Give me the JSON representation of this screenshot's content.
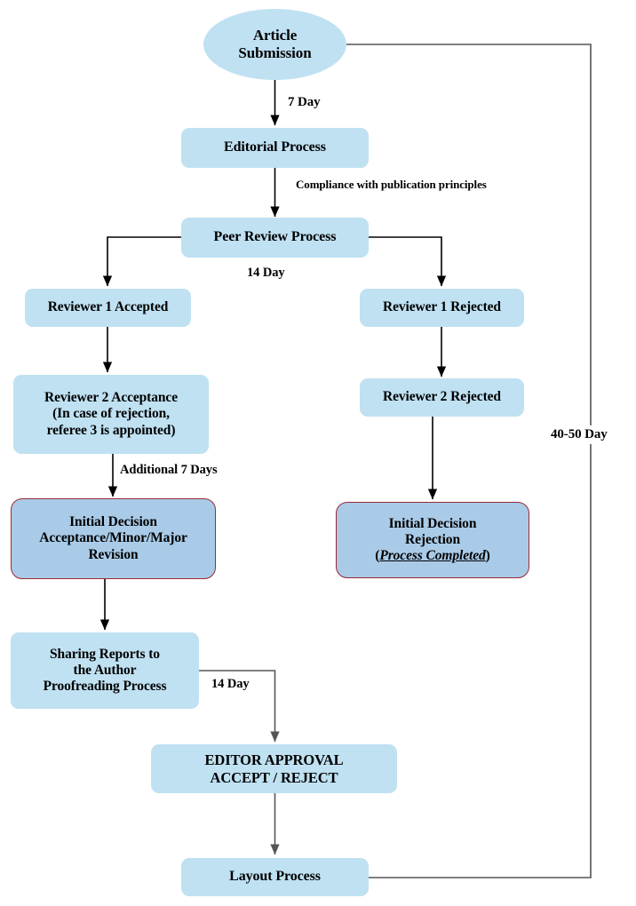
{
  "diagram": {
    "title": "Article Submission and Peer Review Workflow",
    "colors": {
      "node_fill": "#bfe1f2",
      "decision_fill": "#a9cbe8",
      "decision_border": "#9c2a35",
      "edge": "#000000",
      "edge_gray": "#555555",
      "text": "#000000",
      "background": "#ffffff"
    }
  },
  "nodes": {
    "article_submission": {
      "label": "Article\nSubmission",
      "shape": "ellipse"
    },
    "editorial_process": {
      "label": "Editorial Process",
      "shape": "box"
    },
    "peer_review_process": {
      "label": "Peer Review Process",
      "shape": "box"
    },
    "reviewer1_accepted": {
      "label": "Reviewer 1 Accepted",
      "shape": "box"
    },
    "reviewer1_rejected": {
      "label": "Reviewer 1 Rejected",
      "shape": "box"
    },
    "reviewer2_acceptance": {
      "label": "Reviewer 2 Acceptance\n(In case of rejection,\nreferee 3 is appointed)",
      "shape": "box"
    },
    "reviewer2_rejected": {
      "label": "Reviewer 2 Rejected",
      "shape": "box"
    },
    "initial_decision_accept": {
      "label": "Initial Decision\nAcceptance/Minor/Major\nRevision",
      "shape": "decision"
    },
    "initial_decision_reject_line1": "Initial Decision",
    "initial_decision_reject_line2": "Rejection",
    "initial_decision_reject_paren_open": "(",
    "initial_decision_reject_emph": "Process Completed",
    "initial_decision_reject_paren_close": ")",
    "sharing_reports": {
      "label": "Sharing Reports to\nthe Author\nProofreading Process",
      "shape": "box"
    },
    "editor_approval": {
      "label": "EDITOR APPROVAL\nACCEPT / REJECT",
      "shape": "box"
    },
    "layout_process": {
      "label": "Layout Process",
      "shape": "box"
    }
  },
  "edge_labels": {
    "seven_day": "7 Day",
    "compliance": "Compliance with publication principles",
    "fourteen_day_review": "14 Day",
    "additional_seven_days": "Additional 7 Days",
    "fourteen_day_proof": "14 Day",
    "forty_fifty_day": "40-50 Day"
  }
}
